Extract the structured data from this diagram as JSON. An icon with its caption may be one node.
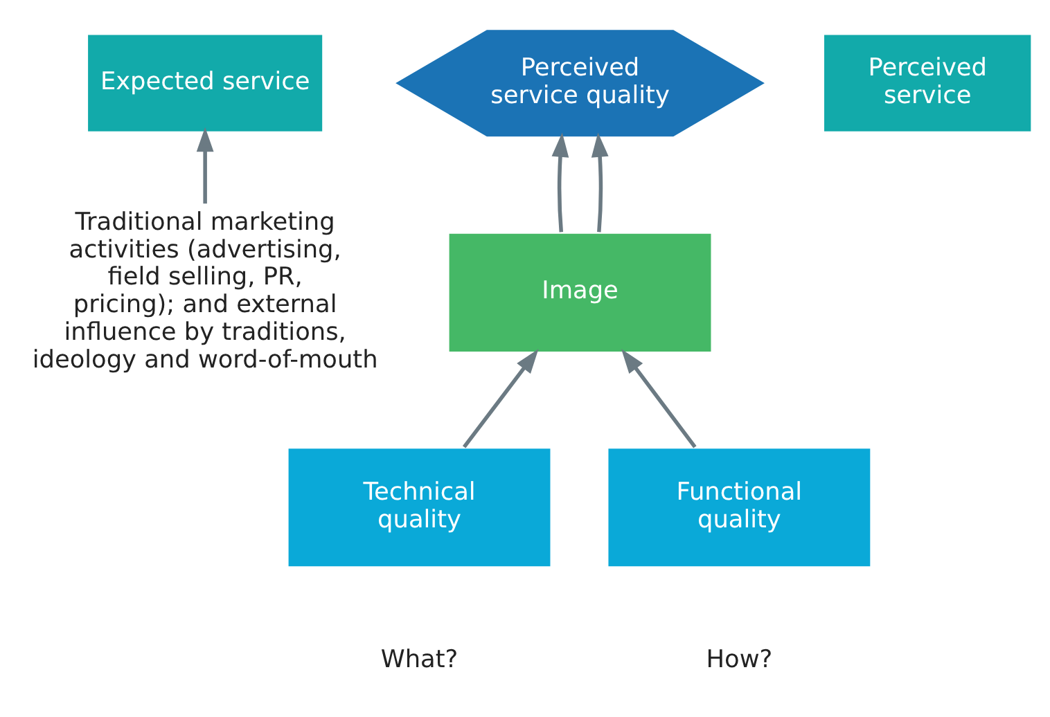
{
  "diagram": {
    "nodes": [
      {
        "text": [
          "Expected service"
        ]
      },
      {
        "text": [
          "Perceived service quality"
        ]
      },
      {
        "text": [
          "Perceived service"
        ]
      },
      {
        "text": [
          "Traditional marketing activities (advertising, field selling, PR, pricing); and external influence by traditions, ideology and word-of-mouth"
        ]
      },
      {
        "text": [
          "Image"
        ]
      },
      {
        "text": [
          "Technical quality"
        ],
        "beside": [
          "What?"
        ]
      },
      {
        "text": [
          "Functional quality"
        ],
        "beside": [
          "How?"
        ]
      }
    ],
    "edges": [
      {
        "from": 3,
        "to": 0,
        "arrow": "to"
      },
      {
        "from": 4,
        "to": 1,
        "arrow": "to"
      },
      {
        "from": 4,
        "to": 1,
        "arrow": "to"
      },
      {
        "from": 5,
        "to": 4,
        "arrow": "to"
      },
      {
        "from": 6,
        "to": 4,
        "arrow": "to"
      }
    ]
  }
}
